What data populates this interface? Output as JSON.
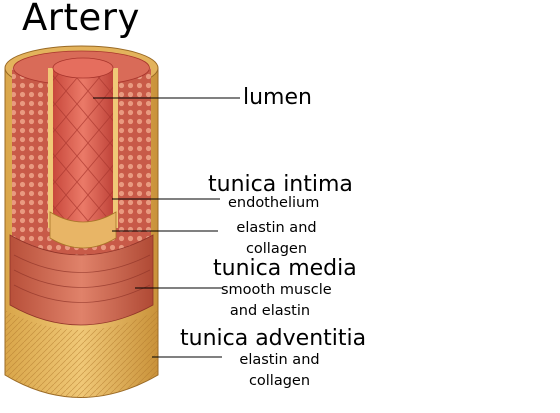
{
  "diagram": {
    "title": "Artery",
    "labels": {
      "lumen": "lumen",
      "tunica_intima": "tunica intima",
      "endothelium": "endothelium",
      "intima_elastin_collagen_1": "elastin and",
      "intima_elastin_collagen_2": "collagen",
      "tunica_media": "tunica media",
      "smooth_muscle_1": "smooth muscle",
      "smooth_muscle_2": "and elastin",
      "tunica_adventitia": "tunica adventitia",
      "adventitia_elastin_collagen_1": "elastin and",
      "adventitia_elastin_collagen_2": "collagen"
    }
  }
}
